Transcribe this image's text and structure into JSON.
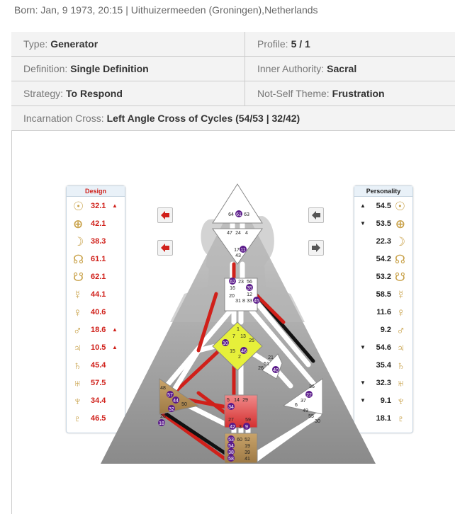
{
  "born": "Born:  Jan, 9 1973, 20:15 | Uithuizermeeden (Groningen),Netherlands",
  "info": {
    "type_label": "Type:",
    "type_value": "Generator",
    "profile_label": "Profile:",
    "profile_value": "5 / 1",
    "definition_label": "Definition:",
    "definition_value": "Single Definition",
    "authority_label": "Inner Authority:",
    "authority_value": "Sacral",
    "strategy_label": "Strategy:",
    "strategy_value": "To Respond",
    "theme_label": "Not-Self Theme:",
    "theme_value": "Frustration",
    "cross_label": "Incarnation Cross:",
    "cross_value": "Left Angle Cross of Cycles (54/53 | 32/42)"
  },
  "design": {
    "title": "Design",
    "planets": [
      {
        "glyph": "☉",
        "value": "32.1",
        "arrow": "▲"
      },
      {
        "glyph": "⊕",
        "value": "42.1",
        "arrow": ""
      },
      {
        "glyph": "☽",
        "value": "38.3",
        "arrow": ""
      },
      {
        "glyph": "☊",
        "value": "61.1",
        "arrow": ""
      },
      {
        "glyph": "☋",
        "value": "62.1",
        "arrow": ""
      },
      {
        "glyph": "☿",
        "value": "44.1",
        "arrow": ""
      },
      {
        "glyph": "♀",
        "value": "40.6",
        "arrow": ""
      },
      {
        "glyph": "♂",
        "value": "18.6",
        "arrow": "▲"
      },
      {
        "glyph": "♃",
        "value": "10.5",
        "arrow": "▲"
      },
      {
        "glyph": "♄",
        "value": "45.4",
        "arrow": ""
      },
      {
        "glyph": "♅",
        "value": "57.5",
        "arrow": ""
      },
      {
        "glyph": "♆",
        "value": "34.4",
        "arrow": ""
      },
      {
        "glyph": "♇",
        "value": "46.5",
        "arrow": ""
      }
    ]
  },
  "personality": {
    "title": "Personality",
    "planets": [
      {
        "glyph": "☉",
        "value": "54.5",
        "arrow": "▲"
      },
      {
        "glyph": "⊕",
        "value": "53.5",
        "arrow": "▼"
      },
      {
        "glyph": "☽",
        "value": "22.3",
        "arrow": ""
      },
      {
        "glyph": "☊",
        "value": "54.2",
        "arrow": ""
      },
      {
        "glyph": "☋",
        "value": "53.2",
        "arrow": ""
      },
      {
        "glyph": "☿",
        "value": "58.5",
        "arrow": ""
      },
      {
        "glyph": "♀",
        "value": "11.6",
        "arrow": ""
      },
      {
        "glyph": "♂",
        "value": "9.2",
        "arrow": ""
      },
      {
        "glyph": "♃",
        "value": "54.6",
        "arrow": "▼"
      },
      {
        "glyph": "♄",
        "value": "35.4",
        "arrow": ""
      },
      {
        "glyph": "♅",
        "value": "32.3",
        "arrow": "▼"
      },
      {
        "glyph": "♆",
        "value": "9.1",
        "arrow": "▼"
      },
      {
        "glyph": "♇",
        "value": "18.1",
        "arrow": ""
      }
    ]
  },
  "colors": {
    "design_red": "#d0201a",
    "personality_black": "#111111",
    "gold": "#c9a24a",
    "sacral_red": "#e04040",
    "g_yellow": "#e6f03a",
    "spleen_tan": "#b8955a",
    "gate_purple": "#5a1a8a"
  },
  "gates": [
    {
      "n": "64"
    },
    {
      "n": "61",
      "active": true
    },
    {
      "n": "63"
    },
    {
      "n": "47"
    },
    {
      "n": "24"
    },
    {
      "n": "4"
    },
    {
      "n": "17"
    },
    {
      "n": "11",
      "active": true
    },
    {
      "n": "43"
    },
    {
      "n": "62",
      "active": true
    },
    {
      "n": "23"
    },
    {
      "n": "56"
    },
    {
      "n": "16"
    },
    {
      "n": "35",
      "active": true
    },
    {
      "n": "20"
    },
    {
      "n": "31"
    },
    {
      "n": "8"
    },
    {
      "n": "33"
    },
    {
      "n": "12"
    },
    {
      "n": "45",
      "active": true
    },
    {
      "n": "1"
    },
    {
      "n": "7"
    },
    {
      "n": "13"
    },
    {
      "n": "10",
      "active": true
    },
    {
      "n": "25"
    },
    {
      "n": "15"
    },
    {
      "n": "46",
      "active": true
    },
    {
      "n": "2"
    },
    {
      "n": "21"
    },
    {
      "n": "51"
    },
    {
      "n": "26"
    },
    {
      "n": "40",
      "active": true
    },
    {
      "n": "48"
    },
    {
      "n": "57",
      "active": true
    },
    {
      "n": "44",
      "active": true
    },
    {
      "n": "50"
    },
    {
      "n": "32",
      "active": true
    },
    {
      "n": "28"
    },
    {
      "n": "18",
      "active": true
    },
    {
      "n": "36"
    },
    {
      "n": "22",
      "active": true
    },
    {
      "n": "37"
    },
    {
      "n": "6"
    },
    {
      "n": "49"
    },
    {
      "n": "55"
    },
    {
      "n": "30"
    },
    {
      "n": "5"
    },
    {
      "n": "14"
    },
    {
      "n": "29"
    },
    {
      "n": "34",
      "active": true
    },
    {
      "n": "27"
    },
    {
      "n": "59"
    },
    {
      "n": "42",
      "active": true
    },
    {
      "n": "3"
    },
    {
      "n": "9",
      "active": true
    },
    {
      "n": "53",
      "active": true
    },
    {
      "n": "60"
    },
    {
      "n": "52"
    },
    {
      "n": "54",
      "active": true
    },
    {
      "n": "19"
    },
    {
      "n": "38",
      "active": true
    },
    {
      "n": "39"
    },
    {
      "n": "58",
      "active": true
    },
    {
      "n": "41"
    }
  ]
}
